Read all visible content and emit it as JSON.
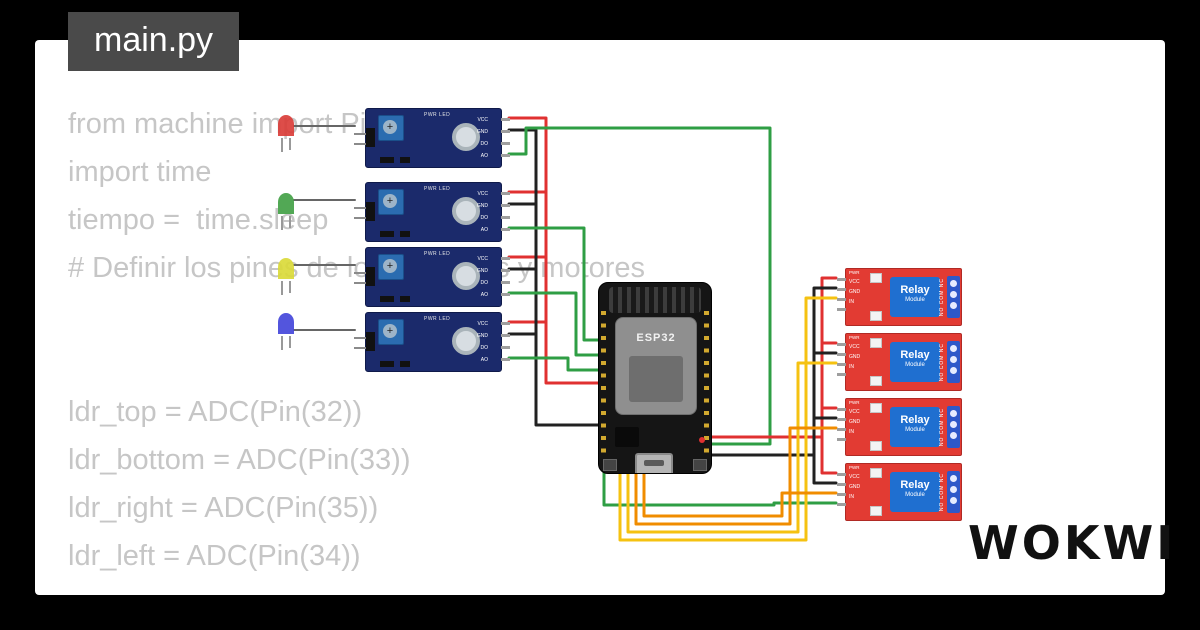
{
  "window": {
    "title": "main.py",
    "brand": "WOKWI"
  },
  "code": {
    "lines": [
      "from machine import Pin, ADC",
      "import time",
      "tiempo =  time.sleep",
      "# Definir los pines de los sensores y motores",
      "ldr_top = ADC(Pin(32))",
      "ldr_bottom = ADC(Pin(33))",
      "ldr_right = ADC(Pin(35))",
      "ldr_left = ADC(Pin(34))"
    ]
  },
  "icons": {
    "screw": "+"
  },
  "circuit": {
    "leds": [
      {
        "name": "red",
        "hex": "#d93a35"
      },
      {
        "name": "green",
        "hex": "#3f9e43"
      },
      {
        "name": "yellow",
        "hex": "#d9d935"
      },
      {
        "name": "blue",
        "hex": "#4043d9"
      }
    ],
    "ldr": {
      "pins": [
        "VCC",
        "GND",
        "DO",
        "AO"
      ],
      "pwr_led": "PWR LED"
    },
    "esp32": {
      "label": "ESP32"
    },
    "relay": {
      "line1": "Relay",
      "line2": "Module",
      "pins": [
        "VCC",
        "GND",
        "IN"
      ],
      "terminals": "NO COM NC",
      "pwr": "PWR"
    },
    "wire_colors": {
      "green": "#2f9e44",
      "red": "#e03131",
      "black": "#212121",
      "yellow": "#f5c211",
      "orange": "#f08c00",
      "gray": "#666666"
    },
    "board_colors": {
      "ldr_board": "#1b2a6b",
      "relay_board": "#e23b33",
      "relay_block": "#1f6fd0",
      "esp_board": "#151515",
      "card_bg": "#ffffff",
      "page_bg": "#000000",
      "title_bg": "#4a4a4a"
    }
  }
}
